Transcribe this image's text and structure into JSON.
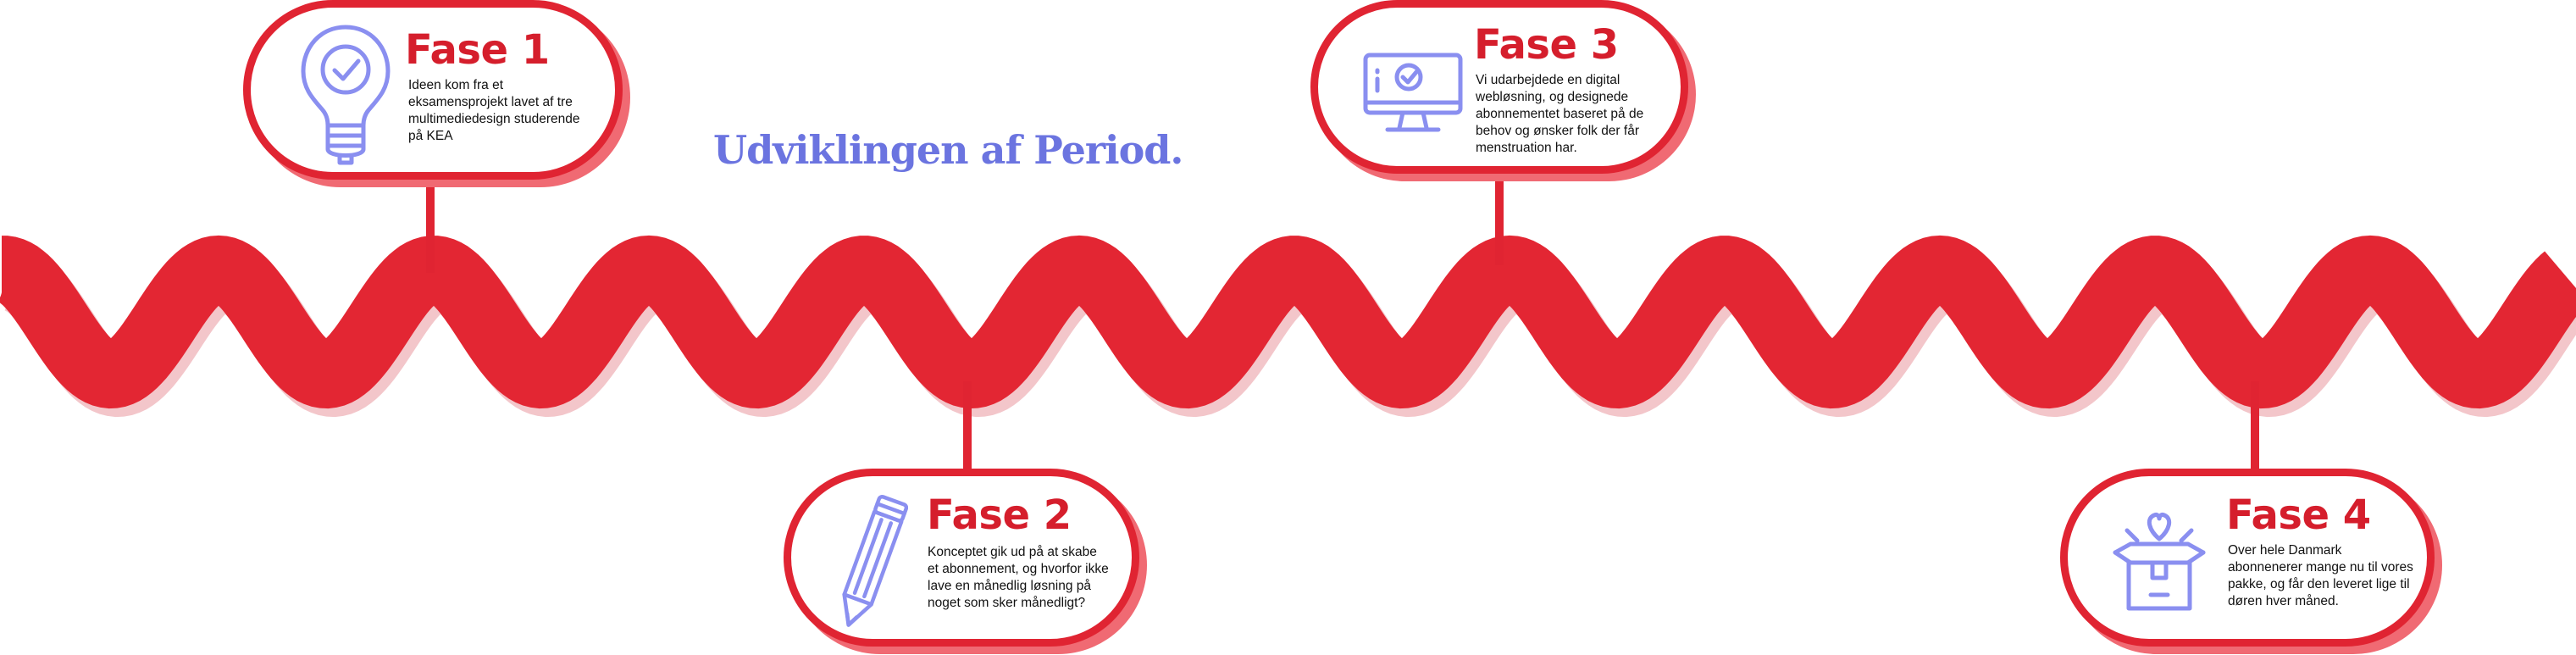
{
  "title": "Udviklingen af Period.",
  "colors": {
    "wave_red": "#e32633",
    "wave_shadow": "#f3c6ca",
    "title_purple": "#6b74e0",
    "icon_purple": "#8a8ff0",
    "phase_title_red": "#d51e2c"
  },
  "phases": [
    {
      "title": "Fase 1",
      "text": "Ideen kom fra et eksamensprojekt lavet af tre multimediedesign studerende på KEA",
      "icon": "lightbulb-check-icon"
    },
    {
      "title": "Fase 2",
      "text": "Konceptet gik ud på at skabe et abonnement, og hvorfor ikke lave en månedlig løsning på noget som sker månedligt?",
      "icon": "pencil-icon"
    },
    {
      "title": "Fase 3",
      "text": "Vi udarbejdede en digital webløsning, og designede abonnementet baseret på de behov og ønsker folk der får menstruation har.",
      "icon": "monitor-check-icon"
    },
    {
      "title": "Fase 4",
      "text": "Over hele Danmark abonnenerer mange nu til vores pakke, og får den leveret lige til døren hver måned.",
      "icon": "gift-box-heart-icon"
    }
  ]
}
